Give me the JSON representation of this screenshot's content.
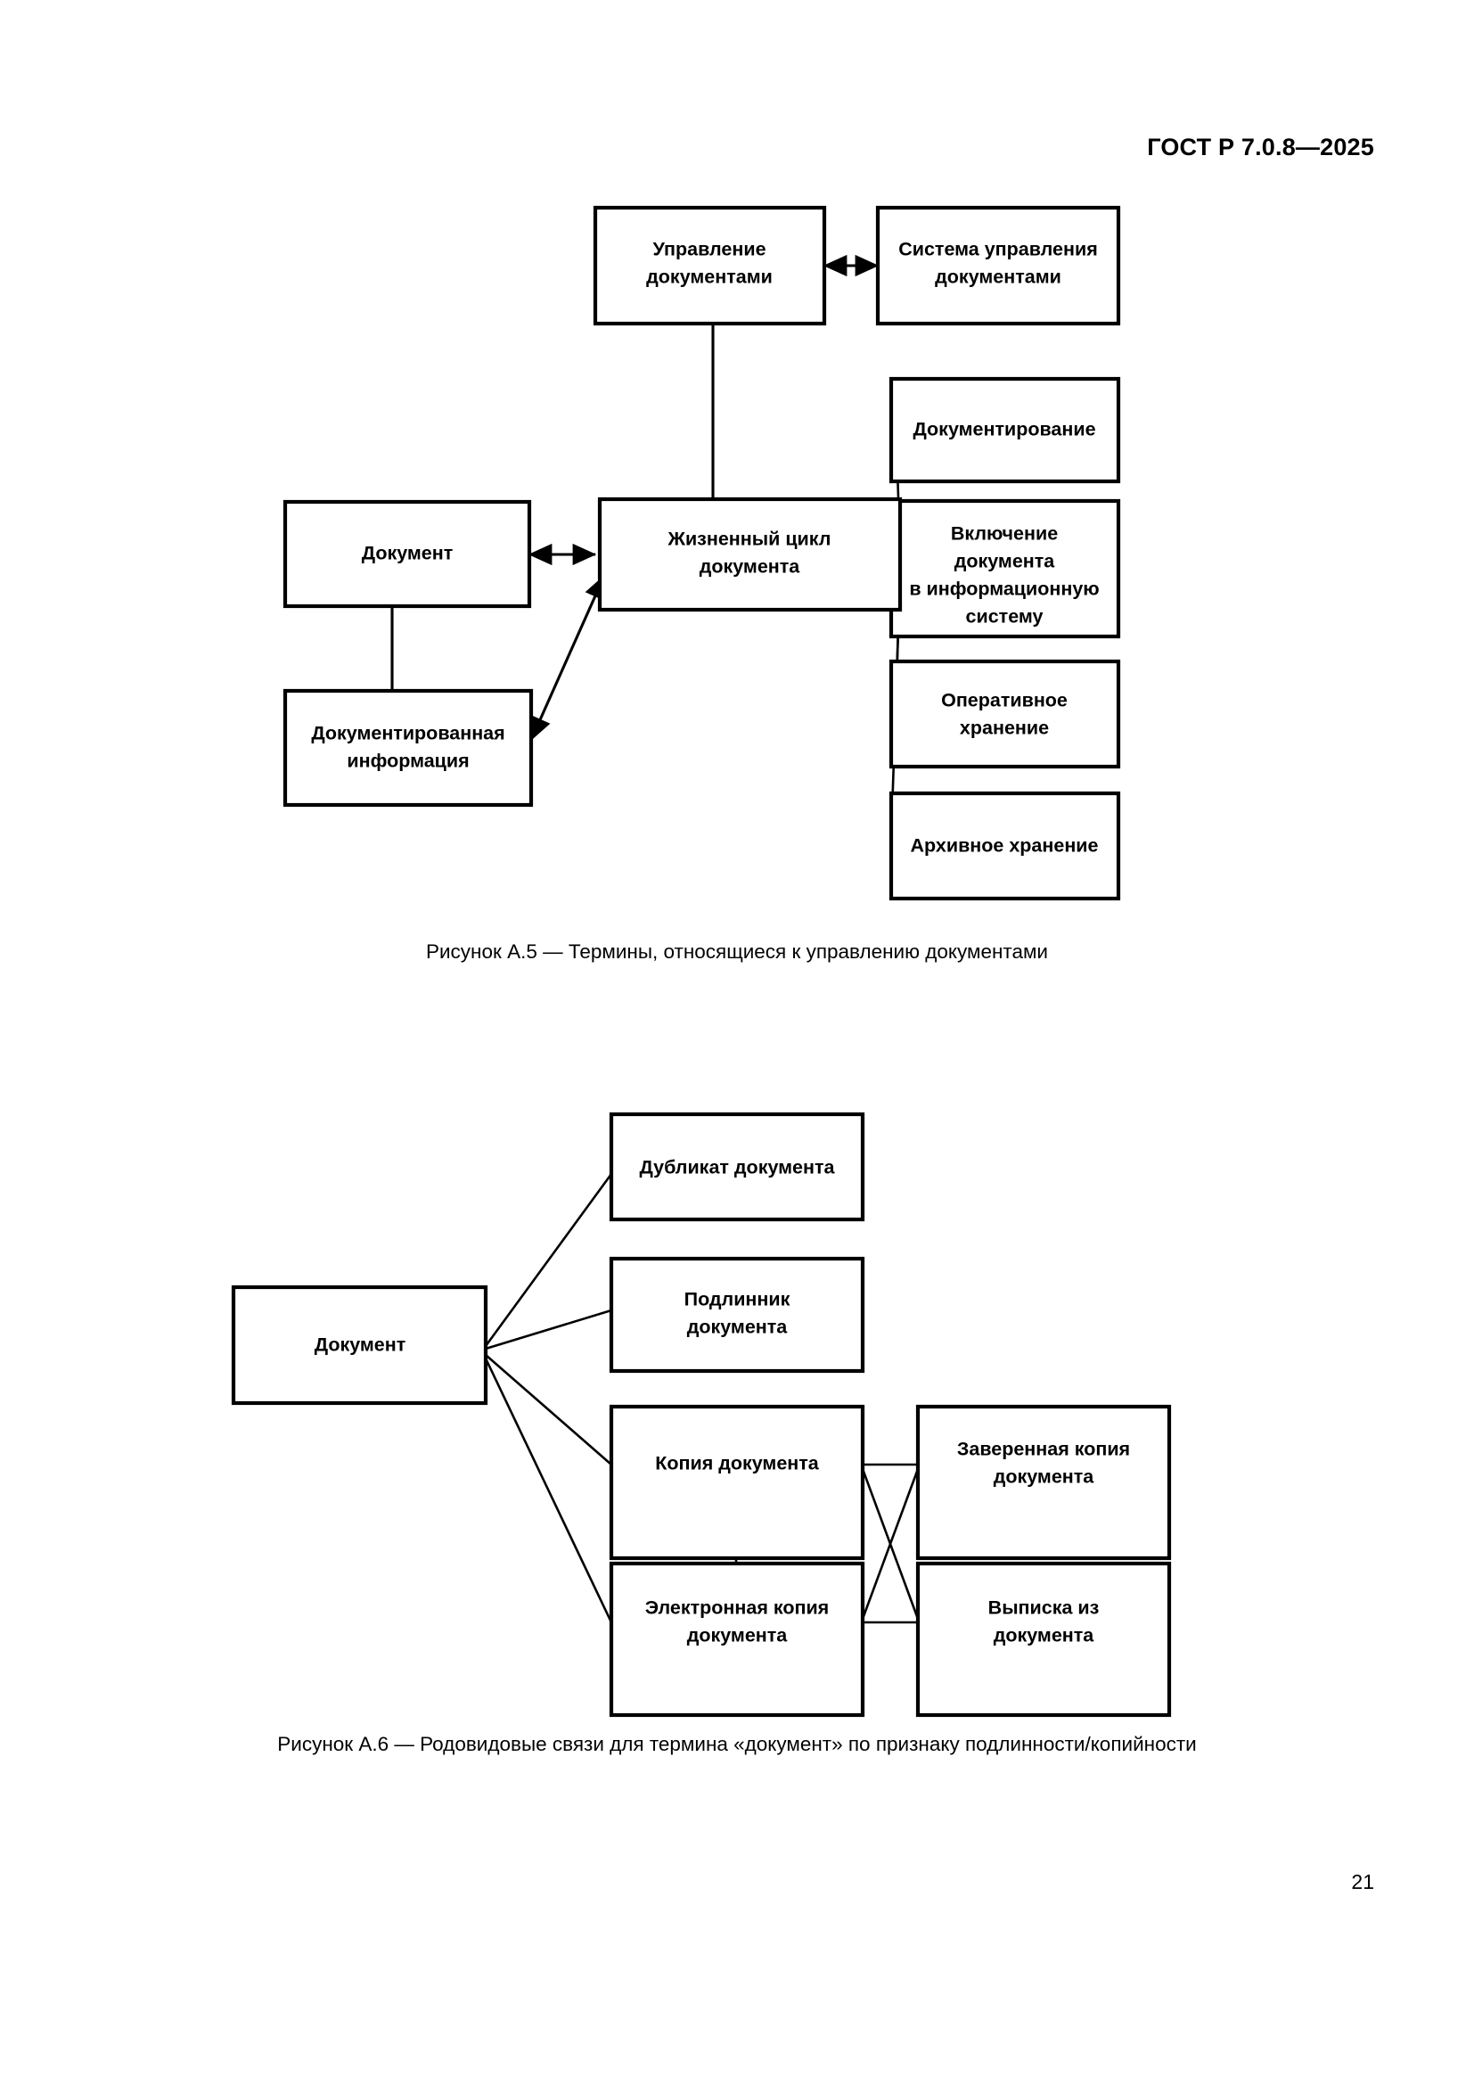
{
  "header": {
    "standard_number": "ГОСТ Р 7.0.8—2025"
  },
  "page_number": "21",
  "figures": [
    {
      "id": "A.5",
      "caption": "Рисунок А.5 — Термины, относящиеся к управлению документами",
      "nodes": {
        "upravlenie_dokumentami": "Управление\nдокументами",
        "upravlenie_line1": "Управление",
        "upravlenie_line2": "документами",
        "sistema_line1": "Система управления",
        "sistema_line2": "документами",
        "document_label": "Документ",
        "dokumentirovannaya_line1": "Документированная",
        "dokumentirovannaya_line2": "информация",
        "zhiznenny_line1": "Жизненный цикл",
        "zhiznenny_line2": "документа",
        "dokumentirovanie": "Документирование",
        "vklyuchenie_line1": "Включение",
        "vklyuchenie_line2": "документа",
        "vklyuchenie_line3": "в информационную",
        "vklyuchenie_line4": "систему",
        "operativnoe_line1": "Оперативное",
        "operativnoe_line2": "хранение",
        "arhivnoe": "Архивное хранение"
      }
    },
    {
      "id": "A.6",
      "caption": "Рисунок А.6 — Родовидовые связи для термина «документ» по признаку подлинности/копийности",
      "nodes": {
        "document_label": "Документ",
        "dublikat": "Дубликат документа",
        "podlinnik_line1": "Подлинник",
        "podlinnik_line2": "документа",
        "kopiya": "Копия документа",
        "elektronnaya_line1": "Электронная копия",
        "elektronnaya_line2": "документа",
        "zaverennaya_line1": "Заверенная копия",
        "zaverennaya_line2": "документа",
        "vypiska_line1": "Выписка из",
        "vypiska_line2": "документа"
      }
    }
  ],
  "colors": {
    "ink": "#000000",
    "paper": "#ffffff"
  }
}
